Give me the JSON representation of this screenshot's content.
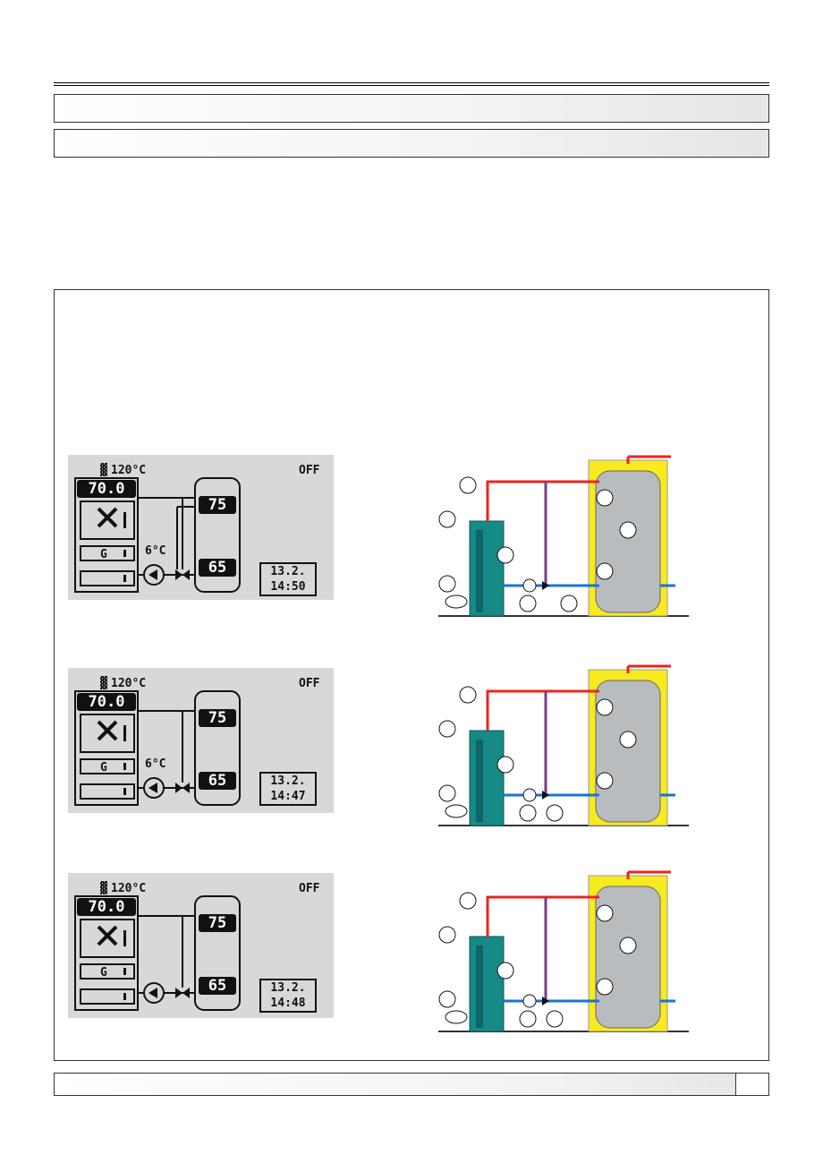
{
  "screens": [
    {
      "boiler_max": "120°C",
      "status": "OFF",
      "boiler_temp": "70.0",
      "top_temp": "75",
      "bottom_temp": "65",
      "pump_temp": "6°C",
      "mode_label": "G",
      "date": "13.2.",
      "time": "14:50"
    },
    {
      "boiler_max": "120°C",
      "status": "OFF",
      "boiler_temp": "70.0",
      "top_temp": "75",
      "bottom_temp": "65",
      "pump_temp": "6°C",
      "mode_label": "G",
      "date": "13.2.",
      "time": "14:47"
    },
    {
      "boiler_max": "120°C",
      "status": "OFF",
      "boiler_temp": "70.0",
      "top_temp": "75",
      "bottom_temp": "65",
      "pump_temp": "",
      "mode_label": "G",
      "date": "13.2.",
      "time": "14:48"
    }
  ],
  "colors": {
    "hot_pipe": "#e8261f",
    "cold_pipe": "#1a73d9",
    "mixed_pipe": "#7a3a8c",
    "tank": "#b9bcbf",
    "insulation": "#f7ea1f",
    "boiler": "#168a87",
    "lcd_bg": "#d8d8d8"
  }
}
